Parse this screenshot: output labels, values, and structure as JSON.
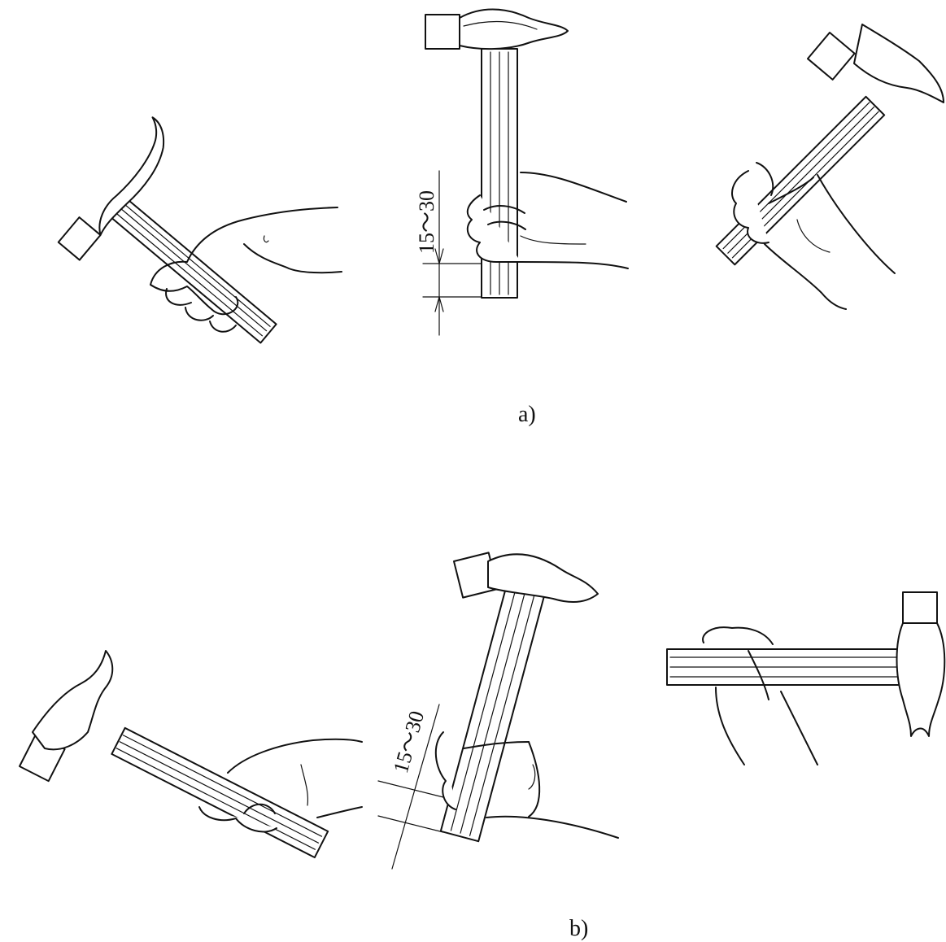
{
  "dimension_text": "15～30",
  "caption_a": "a)",
  "caption_b": "b)",
  "colors": {
    "ink": "#111111",
    "paper": "#ffffff"
  }
}
